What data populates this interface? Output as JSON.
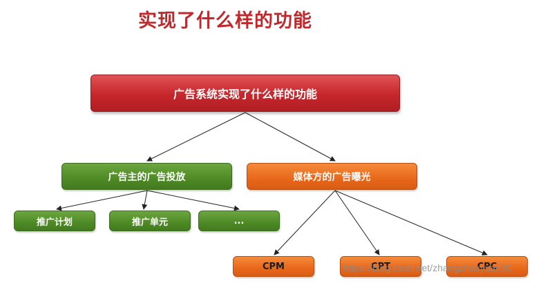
{
  "page_title": "实现了什么样的功能",
  "nodes": {
    "root": "广告系统实现了什么样的功能",
    "advertiser": "广告主的广告投放",
    "media": "媒体方的广告曝光",
    "plan": "推广计划",
    "unit": "推广单元",
    "more": "...",
    "cpm": "CPM",
    "cpt": "CPT",
    "cpc": "CPC"
  },
  "watermark": "https://blog.csdn.net/zhangzhaoyuan30",
  "colors": {
    "title": "#c0282c",
    "root_fill": "#c6262c",
    "advertiser_fill": "#4e8a25",
    "media_fill": "#e8671b"
  }
}
